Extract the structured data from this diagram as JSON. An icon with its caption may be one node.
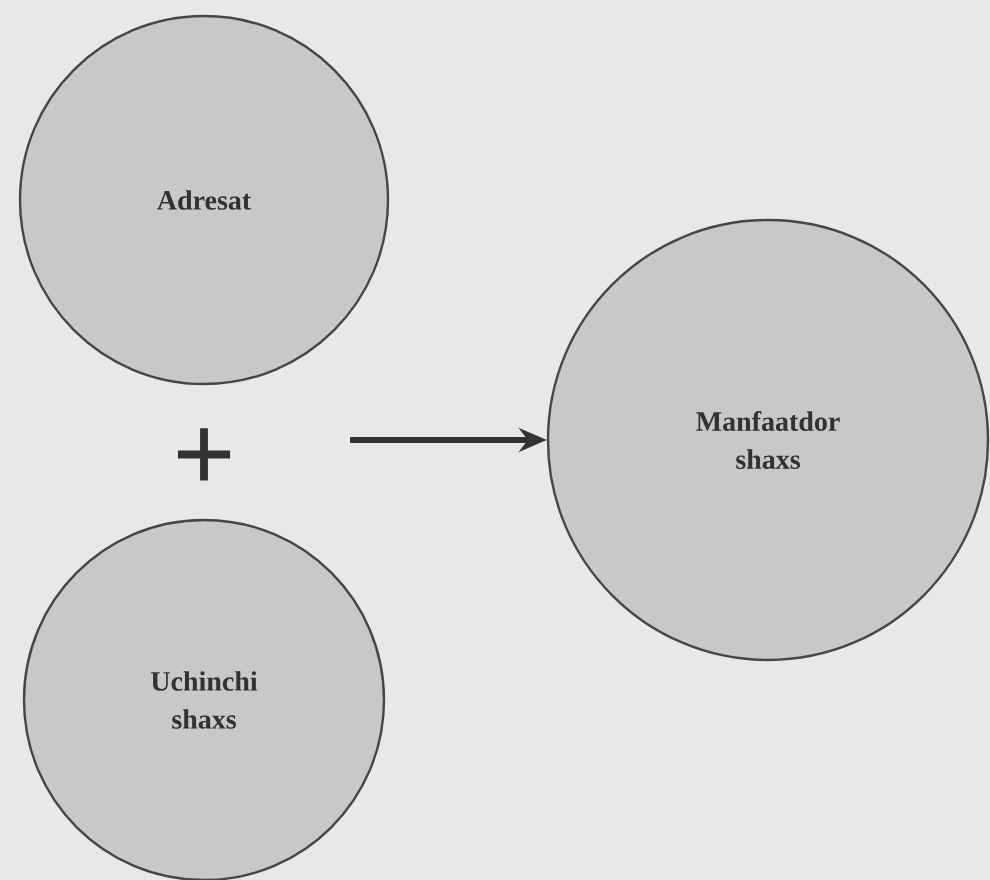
{
  "diagram": {
    "nodes": [
      {
        "text": [
          "Adresat"
        ]
      },
      {
        "text": [
          "Uchinchi shaxs"
        ]
      },
      {
        "text": [
          "Manfaatdor shaxs"
        ]
      }
    ],
    "edges": [
      {
        "from": null,
        "to": 2,
        "arrow": "to"
      }
    ],
    "labels": [
      "+"
    ]
  }
}
